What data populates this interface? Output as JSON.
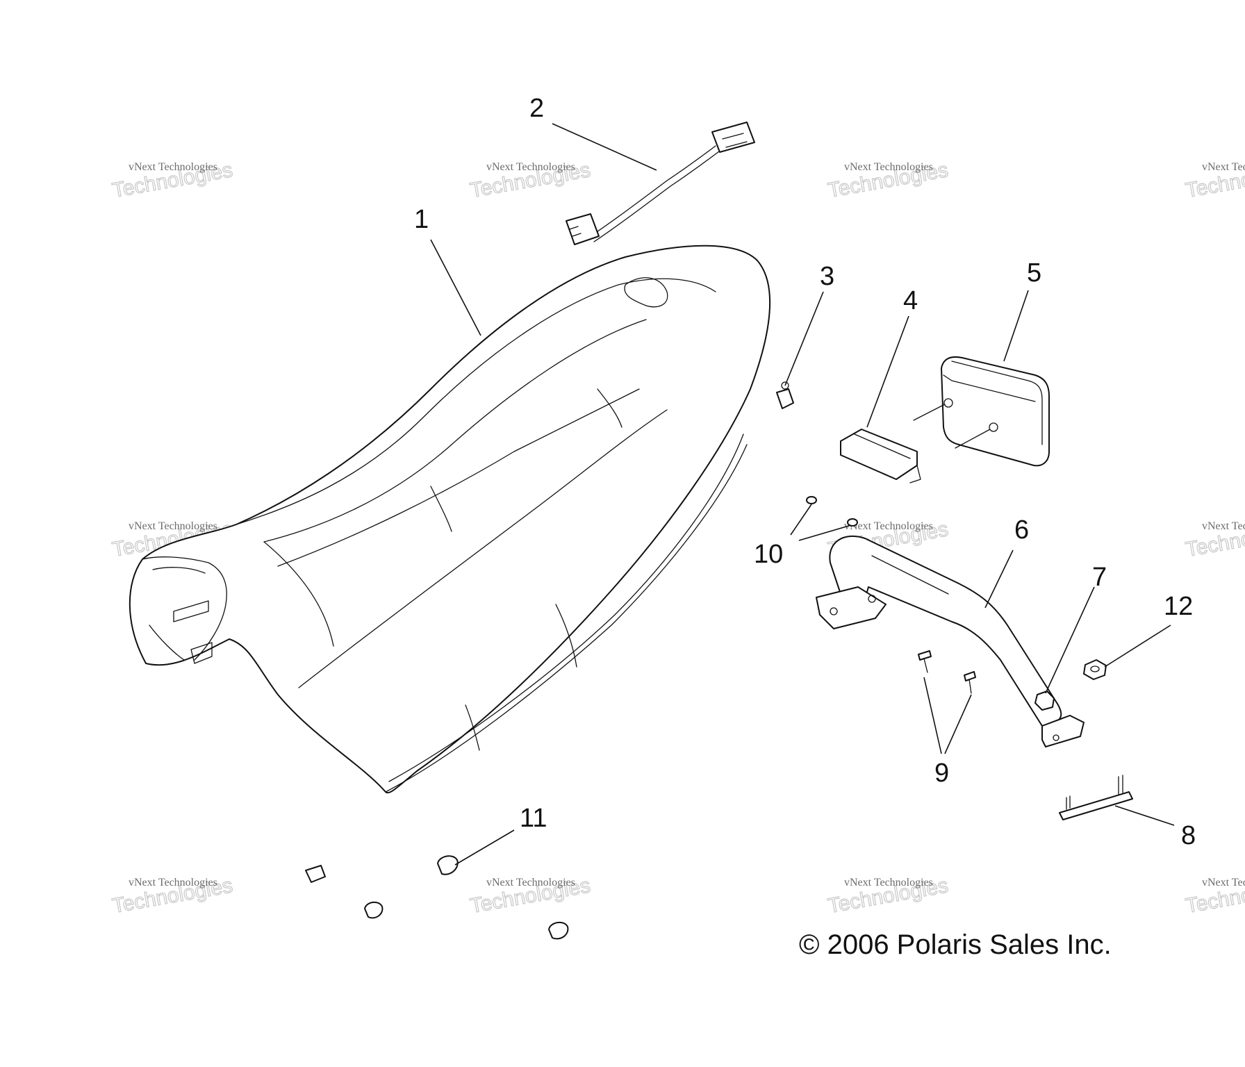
{
  "callouts": {
    "c1": "1",
    "c2": "2",
    "c3": "3",
    "c4": "4",
    "c5": "5",
    "c6": "6",
    "c7": "7",
    "c8": "8",
    "c9": "9",
    "c10": "10",
    "c11": "11",
    "c12": "12"
  },
  "copyright": "© 2006 Polaris Sales Inc.",
  "watermark": {
    "line1": "vNext Technologies",
    "big": "Technologies",
    "small": "vNext"
  }
}
